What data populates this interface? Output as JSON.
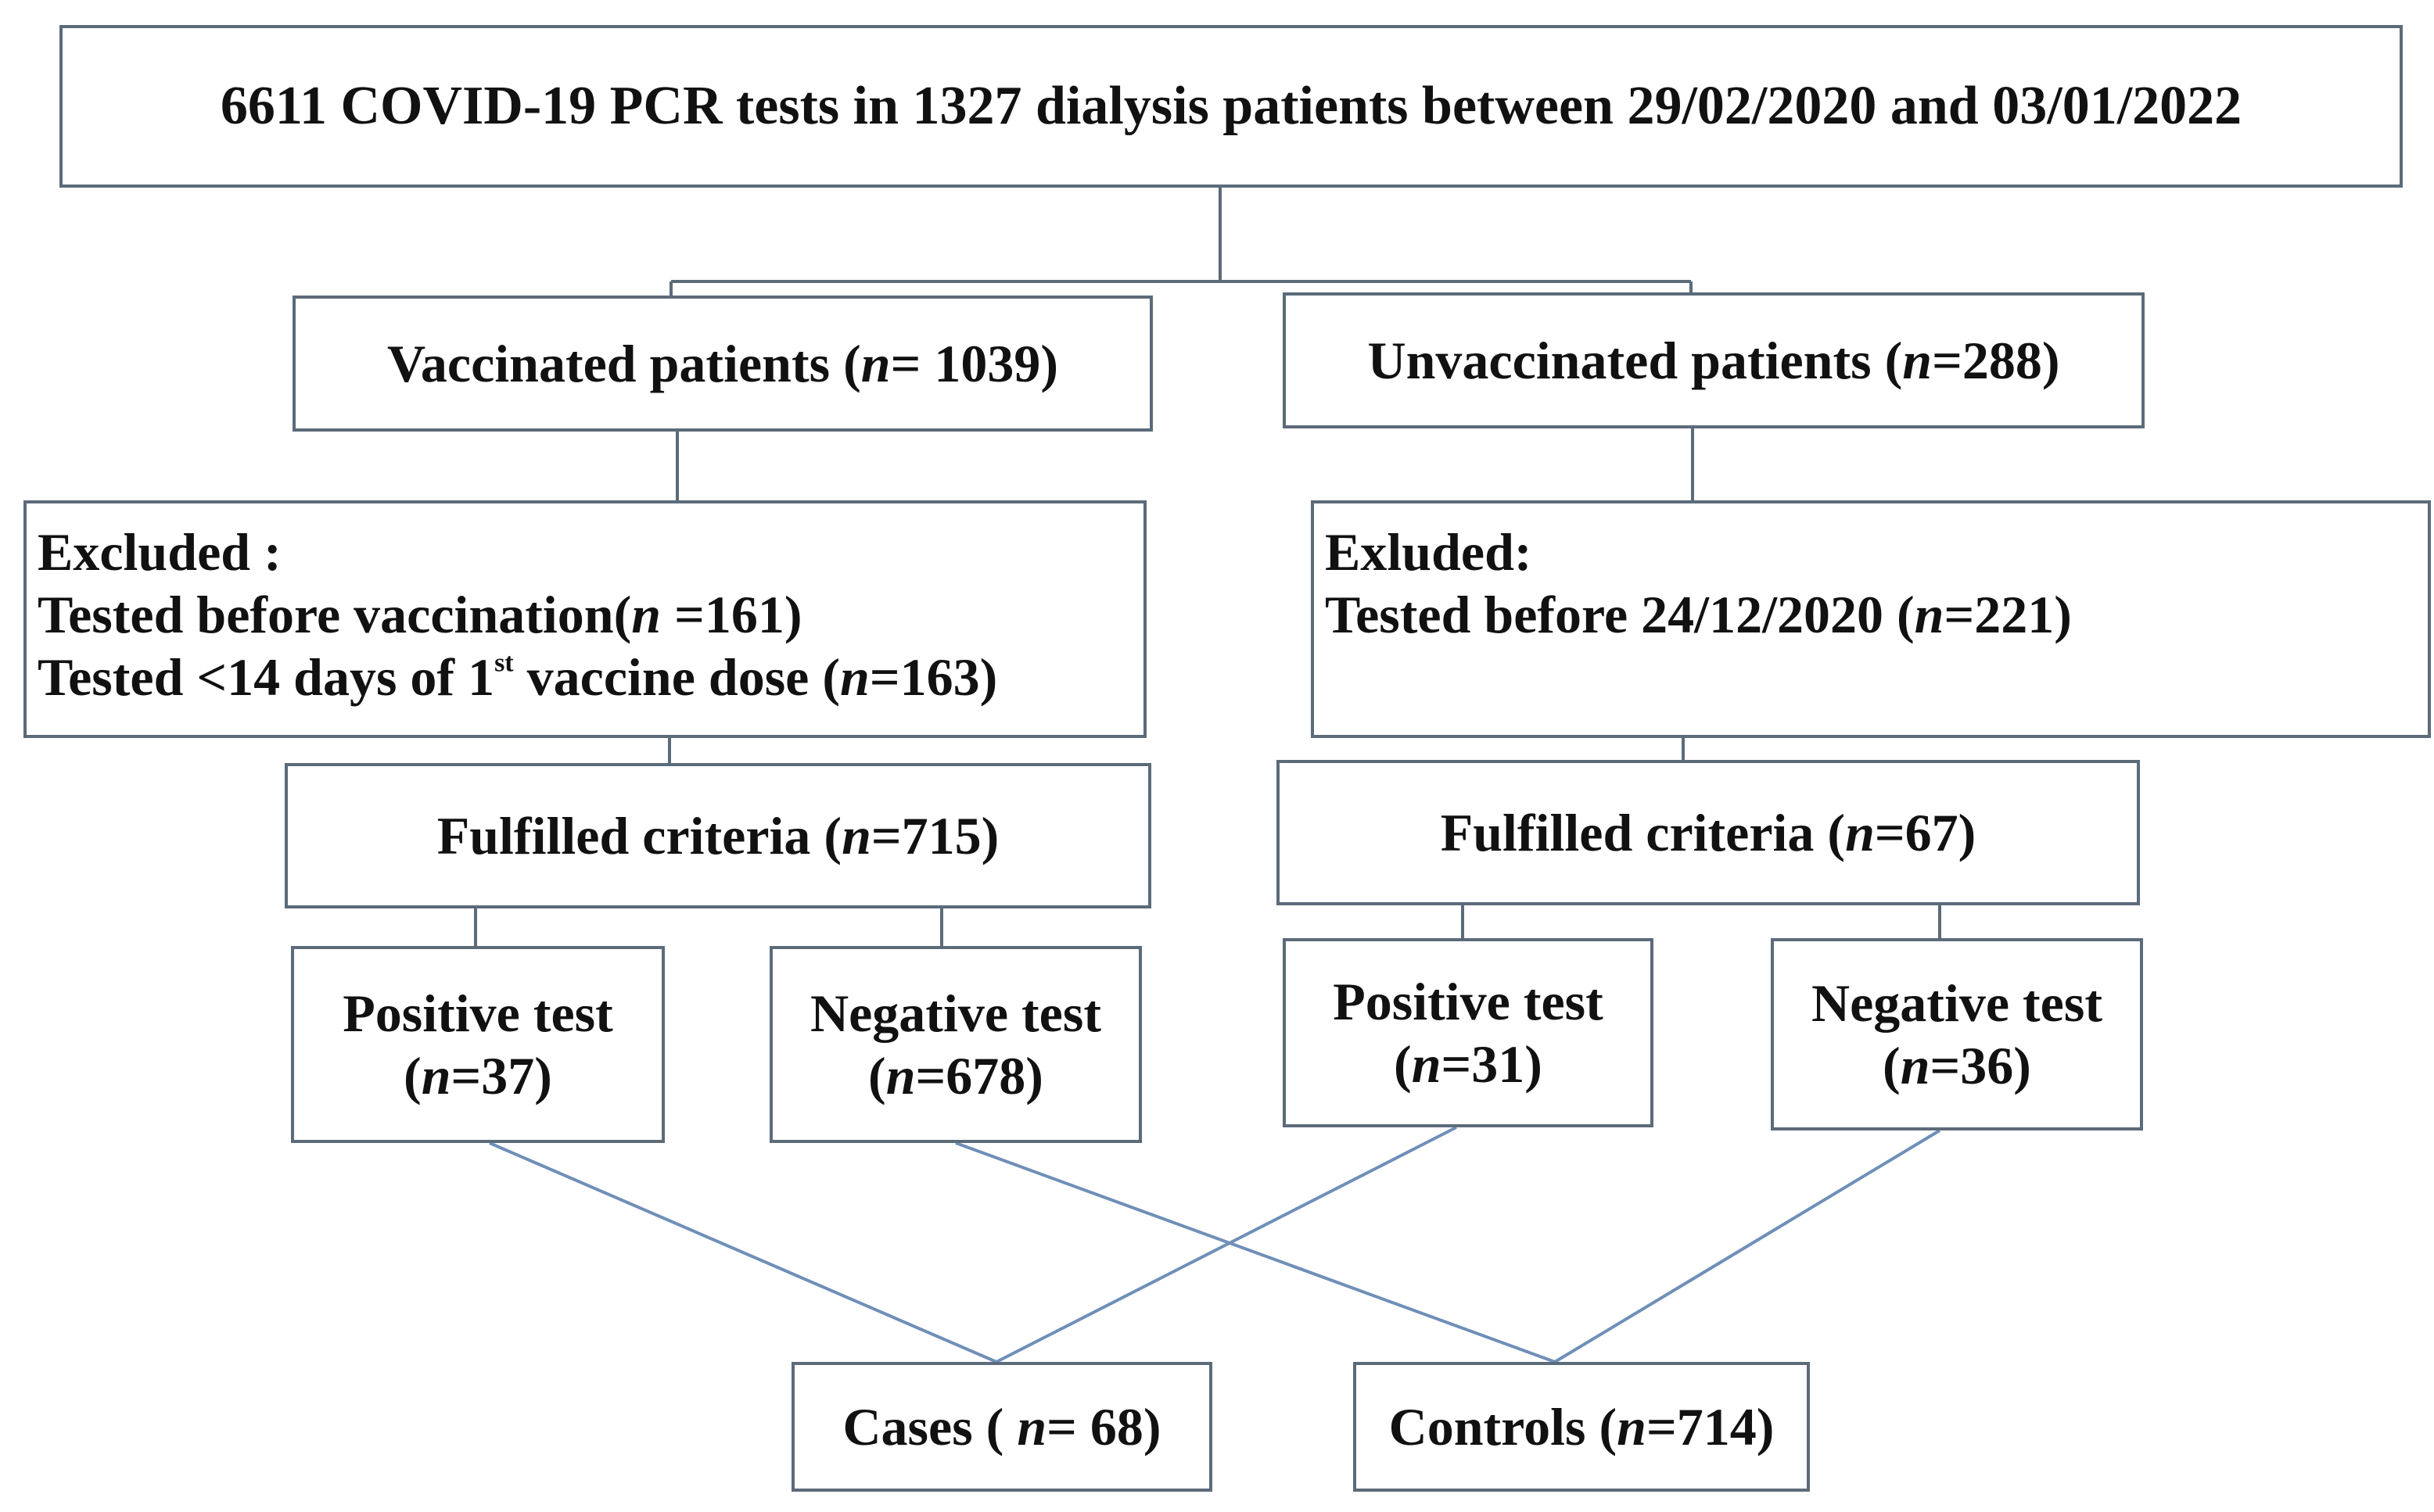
{
  "diagram": {
    "root": {
      "text": "6611 COVID-19 PCR tests in 1327 dialysis  patients  between 29/02/2020 and 03/01/2022"
    },
    "vaccinated": {
      "label": "Vaccinated patients",
      "n": "1039"
    },
    "unvaccinated": {
      "label": "Unvaccinated  patients",
      "n": "288"
    },
    "excluded_vaccinated": {
      "heading": "Excluded :",
      "line1_label": "Tested before vaccination(",
      "line1_n": "161",
      "line2_label_pre": "Tested <14 days of 1",
      "line2_sup": "st",
      "line2_label_post": " vaccine dose (",
      "line2_n": "163"
    },
    "excluded_unvaccinated": {
      "heading": "Exluded:",
      "line1_label": "Tested before  24/12/2020 (",
      "line1_n": "221"
    },
    "fulfilled_vaccinated": {
      "label": "Fulfilled criteria",
      "n": "715"
    },
    "fulfilled_unvaccinated": {
      "label": "Fulfilled criteria",
      "n": "67"
    },
    "positive_vaccinated": {
      "label": "Positive test",
      "n": "37"
    },
    "negative_vaccinated": {
      "label": "Negative test",
      "n": "678"
    },
    "positive_unvaccinated": {
      "label": "Positive test",
      "n": "31"
    },
    "negative_unvaccinated": {
      "label": "Negative test",
      "n": "36"
    },
    "cases": {
      "label": "Cases",
      "n": "68"
    },
    "controls": {
      "label": "Controls",
      "n": "714"
    },
    "n_symbol": "n",
    "colors": {
      "box_border": "#5b6b7a",
      "connector": "#5b6b7a",
      "cross_line": "#6f8fb8",
      "text": "#111111"
    }
  }
}
